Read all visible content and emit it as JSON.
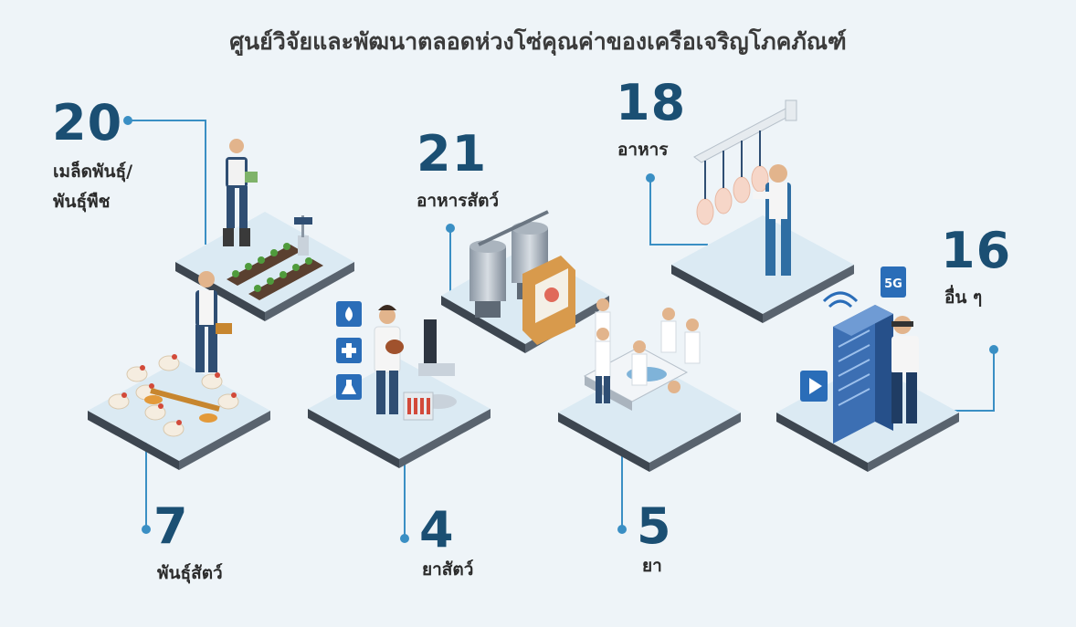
{
  "title": "ศูนย์วิจัยและพัฒนาตลอดห่วงโซ่คุณค่าของเครือเจริญโภคภัณฑ์",
  "categories": [
    {
      "id": "seeds",
      "value": "20",
      "label_lines": [
        "เมล็ดพันธุ์/",
        "พันธุ์พืช"
      ],
      "icon": "farmer-seedlings"
    },
    {
      "id": "feed",
      "value": "21",
      "label_lines": [
        "อาหารสัตว์"
      ],
      "icon": "feed-silo"
    },
    {
      "id": "food",
      "value": "18",
      "label_lines": [
        "อาหาร"
      ],
      "icon": "poultry-processing"
    },
    {
      "id": "other",
      "value": "16",
      "label_lines": [
        "อื่น ๆ"
      ],
      "icon": "server-vr"
    },
    {
      "id": "breeds",
      "value": "7",
      "label_lines": [
        "พันธุ์สัตว์"
      ],
      "icon": "chicken-farm"
    },
    {
      "id": "vet",
      "value": "4",
      "label_lines": [
        "ยาสัตว์"
      ],
      "icon": "vet-lab"
    },
    {
      "id": "medicine",
      "value": "5",
      "label_lines": [
        "ยา"
      ],
      "icon": "hospital"
    }
  ],
  "badges": {
    "five_g": "5G"
  },
  "colors": {
    "number": "#1b4f73",
    "accent": "#2f8fc9",
    "line": "#3a8fc4",
    "platform_top": "#dbeaf3",
    "platform_side": "#3d4650"
  }
}
